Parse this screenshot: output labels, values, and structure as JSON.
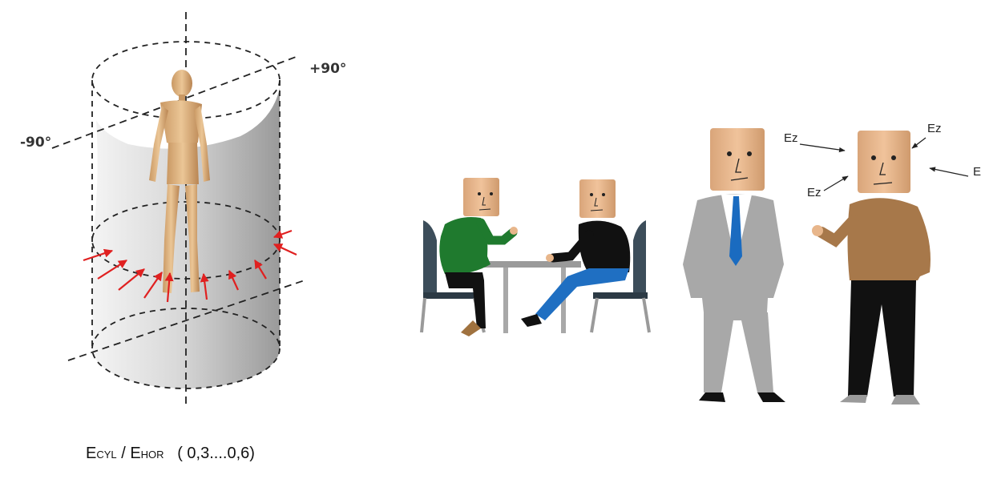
{
  "labels": {
    "minus90": "-90°",
    "plus90": "+90°",
    "ez": "Ez",
    "ez_right": "E"
  },
  "formula": {
    "e1": "E",
    "sub1": "CYL",
    "slash": " / ",
    "e2": "E",
    "sub2": "HOR",
    "range": "   ( 0,3....0,6)"
  },
  "colors": {
    "arrow": "#e02020",
    "skin": "#e8b68b",
    "green_shirt": "#1f7a2e",
    "black": "#111111",
    "blue_jeans": "#1f6fc2",
    "suit_grey": "#a8a8a8",
    "tie_blue": "#1a6bc0",
    "brown_sweater": "#a7784a",
    "chair": "#3c4d5a"
  }
}
